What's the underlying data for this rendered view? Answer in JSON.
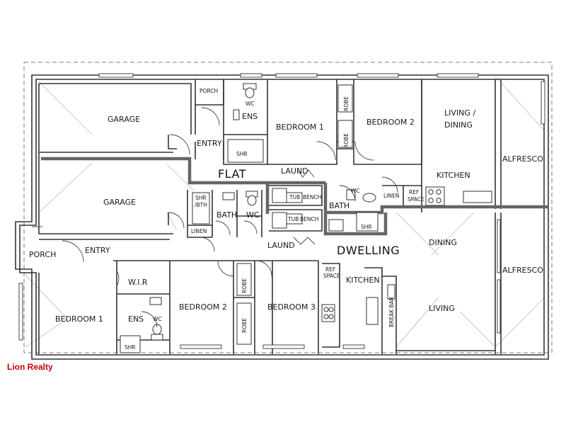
{
  "brand": {
    "name": "Lion Realty",
    "color": "#c00000"
  },
  "zones": {
    "flat": "FLAT",
    "dwelling": "DWELLING"
  },
  "flat": {
    "garage_top": "GARAGE",
    "garage_bottom": "GARAGE",
    "porch": "PORCH",
    "entry": "ENTRY",
    "ens": "ENS",
    "wc_ens": "WC",
    "shr_ens": "SHR",
    "bedroom1": "BEDROOM 1",
    "robe1": "ROBE",
    "robe2": "ROBE",
    "bedroom2": "BEDROOM 2",
    "living_dining_1": "LIVING /",
    "living_dining_2": "DINING",
    "alfresco": "ALFRESCO",
    "laund": "LAUND",
    "kitchen": "KITCHEN",
    "linen": "LINEN",
    "ref_space_1": "REF",
    "ref_space_2": "SPACE",
    "tub": "TUB",
    "bench": "BENCH",
    "wc_bath": "WC",
    "bath": "BATH",
    "shr_bath": "SHR"
  },
  "dwelling": {
    "shr_bth_1": "SHR",
    "shr_bth_2": "/BTH",
    "bath": "BATH",
    "wc": "WC",
    "linen": "LINEN",
    "tub": "TUB",
    "bench": "BENCH",
    "laund": "LAUND",
    "entry": "ENTRY",
    "porch": "PORCH",
    "wir": "W.I.R",
    "bedroom1": "BEDROOM 1",
    "ens": "ENS",
    "wc_ens": "WC",
    "shr_ens": "SHR",
    "bedroom2": "BEDROOM 2",
    "robe1": "ROBE",
    "robe2": "ROBE",
    "bedroom3": "BEDROOM 3",
    "ref_space_1": "REF",
    "ref_space_2": "SPACE",
    "kitchen": "KITCHEN",
    "break_bar": "BREAK BAR",
    "dining": "DINING",
    "living": "LIVING",
    "alfresco": "ALFRESCO"
  }
}
